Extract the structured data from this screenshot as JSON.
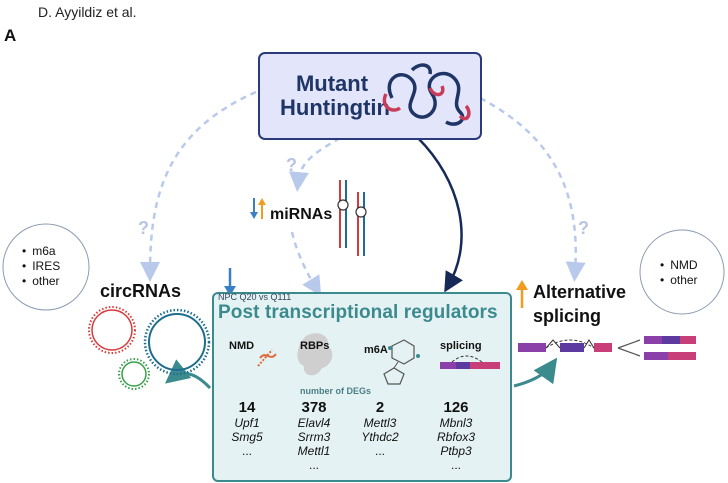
{
  "header": {
    "author": "D. Ayyildiz et al.",
    "panel": "A"
  },
  "mutant": {
    "title": "Mutant Huntingtin"
  },
  "left_bubble": {
    "items": [
      "m6a",
      "IRES",
      "other"
    ]
  },
  "right_bubble": {
    "items": [
      "NMD",
      "other"
    ]
  },
  "circrnas": {
    "label": "circRNAs"
  },
  "mirnas": {
    "label": "miRNAs"
  },
  "alt_splicing": {
    "line1": "Alternative",
    "line2": "splicing"
  },
  "question_mark": "?",
  "ptr": {
    "npc_label": "NPC Q20 vs Q111",
    "title": "Post transcriptional regulators",
    "number_label": "number of DEGs",
    "categories": [
      {
        "name": "NMD",
        "count": "14",
        "genes": [
          "Upf1",
          "Smg5"
        ],
        "more": "..."
      },
      {
        "name": "RBPs",
        "count": "378",
        "genes": [
          "Elavl4",
          "Srrm3",
          "Mettl1"
        ],
        "more": "..."
      },
      {
        "name": "m6A",
        "count": "2",
        "genes": [
          "Mettl3",
          "Ythdc2"
        ],
        "more": "..."
      },
      {
        "name": "splicing",
        "count": "126",
        "genes": [
          "Mbnl3",
          "Rbfox3",
          "Ptbp3"
        ],
        "more": "..."
      }
    ]
  },
  "colors": {
    "navy": "#1f3566",
    "teal": "#3b8a8e",
    "dashed": "#b9c9ec",
    "down_arrow": "#3b7fc4",
    "up_arrow": "#f29c1f",
    "purple": "#8b3fa8",
    "pink": "#c83e78"
  }
}
